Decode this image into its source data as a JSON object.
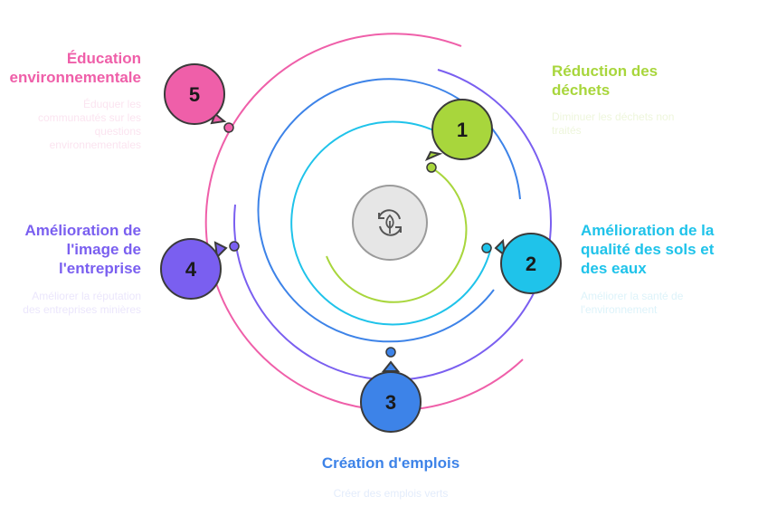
{
  "center_icon": "recycle-leaf-icon",
  "colors": {
    "step1": "#a8d63c",
    "step2": "#1fc3ea",
    "step3": "#3d83e8",
    "step4": "#7a5ff0",
    "step5": "#ef5fa9",
    "center_fill": "#e6e6e6",
    "center_stroke": "#9b9b9b"
  },
  "steps": [
    {
      "number": "1",
      "title": "Réduction des déchets",
      "title_lines": [
        "Réduction des",
        "déchets"
      ],
      "desc_lines": [
        "Diminuer les déchets non",
        "traités"
      ]
    },
    {
      "number": "2",
      "title": "Amélioration de la qualité des sols et des eaux",
      "title_lines": [
        "Amélioration de la",
        "qualité des sols et",
        "des eaux"
      ],
      "desc_lines": [
        "Améliorer la santé de",
        "l'environnement"
      ]
    },
    {
      "number": "3",
      "title": "Création d'emplois",
      "title_lines": [
        "Création d'emplois"
      ],
      "desc_lines": [
        "Créer des emplois verts"
      ]
    },
    {
      "number": "4",
      "title": "Amélioration de l'image de l'entreprise",
      "title_lines": [
        "Amélioration de",
        "l'image de",
        "l'entreprise"
      ],
      "desc_lines": [
        "Améliorer la réputation",
        "des entreprises minières"
      ]
    },
    {
      "number": "5",
      "title": "Éducation environnementale",
      "title_lines": [
        "Éducation",
        "environnementale"
      ],
      "desc_lines": [
        "Éduquer les",
        "communautés sur les",
        "questions",
        "environnementales"
      ]
    }
  ]
}
